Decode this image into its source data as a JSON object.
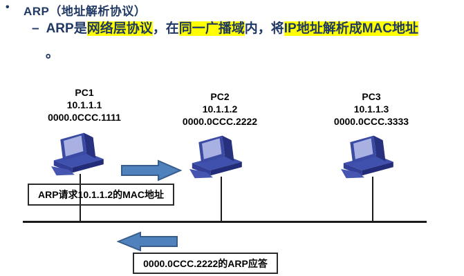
{
  "slide": {
    "bullet_glyph": "•",
    "title": "ARP（地址解析协议）",
    "sub_bullet": {
      "dash": "–",
      "segments": [
        {
          "text": "ARP是",
          "highlighted": false
        },
        {
          "text": "网络层协议",
          "highlighted": true
        },
        {
          "text": "，在",
          "highlighted": false
        },
        {
          "text": "同一广播域",
          "highlighted": true
        },
        {
          "text": "内，将",
          "highlighted": false
        },
        {
          "text": "IP地址解析成MAC地址",
          "highlighted": true
        }
      ],
      "period": "。"
    }
  },
  "diagram": {
    "pcs": [
      {
        "name": "PC1",
        "ip": "10.1.1.1",
        "mac": "0000.0CCC.1111"
      },
      {
        "name": "PC2",
        "ip": "10.1.1.2",
        "mac": "0000.0CCC.2222"
      },
      {
        "name": "PC3",
        "ip": "10.1.1.3",
        "mac": "0000.0CCC.3333"
      }
    ],
    "request_box": "ARP请求10.1.1.2的MAC地址",
    "reply_box": "0000.0CCC.2222的ARP应答"
  },
  "colors": {
    "heading_text": "#1F3864",
    "highlight": "#FFFF00",
    "label_text": "#000000",
    "arrow_fill": "#4F81BD",
    "arrow_border": "#385D8A",
    "pc_icon_body": "#3B4BA3",
    "pc_icon_dark": "#27317E",
    "pc_icon_screen": "#A8B1E2",
    "wire": "#1A1A1A"
  }
}
